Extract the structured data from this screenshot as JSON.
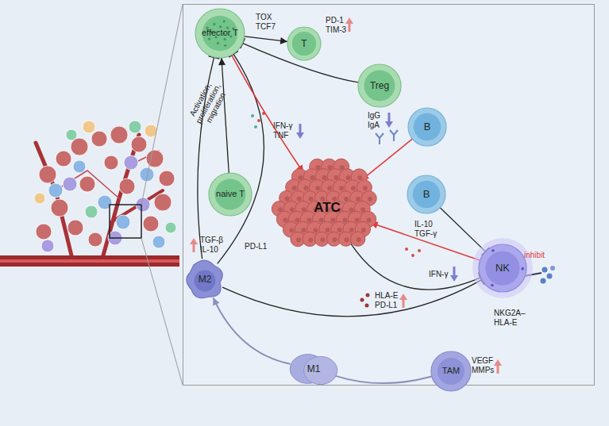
{
  "diagram": {
    "nodes": [
      {
        "text": [
          "effector T"
        ]
      },
      {
        "text": [
          "T"
        ]
      },
      {
        "text": [
          "Treg"
        ]
      },
      {
        "text": [
          "B"
        ]
      },
      {
        "text": [
          "ATC"
        ]
      },
      {
        "text": [
          "B"
        ]
      },
      {
        "text": [
          "naive T"
        ]
      },
      {
        "text": [
          "M2"
        ]
      },
      {
        "text": [
          "NK"
        ]
      },
      {
        "text": [
          "M1"
        ]
      },
      {
        "text": [
          "TAM"
        ]
      }
    ],
    "edges": [
      {
        "from": 6,
        "to": 0,
        "arrow": "to",
        "label": "Activation, proliferation, migration"
      },
      {
        "from": 7,
        "to": 0,
        "arrow": "to"
      },
      {
        "from": 7,
        "to": 0,
        "arrow": "to"
      },
      {
        "from": 0,
        "to": 1,
        "arrow": "to"
      },
      {
        "from": 2,
        "to": 0,
        "arrow": "to"
      },
      {
        "from": 0,
        "to": 4,
        "arrow": "to"
      },
      {
        "from": 3,
        "to": 4,
        "arrow": "to"
      },
      {
        "from": 5,
        "to": 8,
        "arrow": "to"
      },
      {
        "from": 8,
        "to": 4,
        "arrow": "to"
      },
      {
        "from": 4,
        "to": 8,
        "arrow": "to"
      },
      {
        "from": 7,
        "to": 8,
        "arrow": "to"
      },
      {
        "from": 10,
        "to": 9,
        "arrow": "none"
      },
      {
        "from": 9,
        "to": 7,
        "arrow": "to"
      }
    ],
    "labels": [
      "TOX",
      "TCF7",
      "PD-1",
      "TIM-3",
      "IFN-γ",
      "TNF",
      "IgG",
      "IgA",
      "IL-10",
      "TGF-γ",
      "IFN-γ",
      "HLA-E",
      "PD-L1",
      "inhibit",
      "NKG2A–",
      "HLA-E",
      "TGF-β",
      "IL-10",
      "PD-L1",
      "VEGF",
      "MMPs"
    ]
  }
}
